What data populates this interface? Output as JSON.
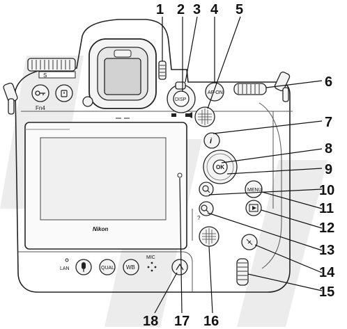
{
  "brand": "Nikon",
  "callouts": [
    "1",
    "2",
    "3",
    "4",
    "5",
    "6",
    "7",
    "8",
    "9",
    "10",
    "11",
    "12",
    "13",
    "14",
    "15",
    "16",
    "17",
    "18"
  ],
  "button_text": {
    "disp": "DISP",
    "af_on": "AF-ON",
    "info": "i",
    "ok": "OK",
    "menu": "MENU",
    "qual": "QUAL",
    "wb": "WB",
    "fn4": "Fn4",
    "lan": "LAN",
    "mic": "MIC",
    "help": "?",
    "mode_s": "S"
  },
  "icons": [
    "lock-icon",
    "protect-icon",
    "zoom-in-icon",
    "zoom-out-icon",
    "playback-icon",
    "mic-icon",
    "live-view-icon",
    "photo-icon",
    "video-icon",
    "rating-icon"
  ]
}
